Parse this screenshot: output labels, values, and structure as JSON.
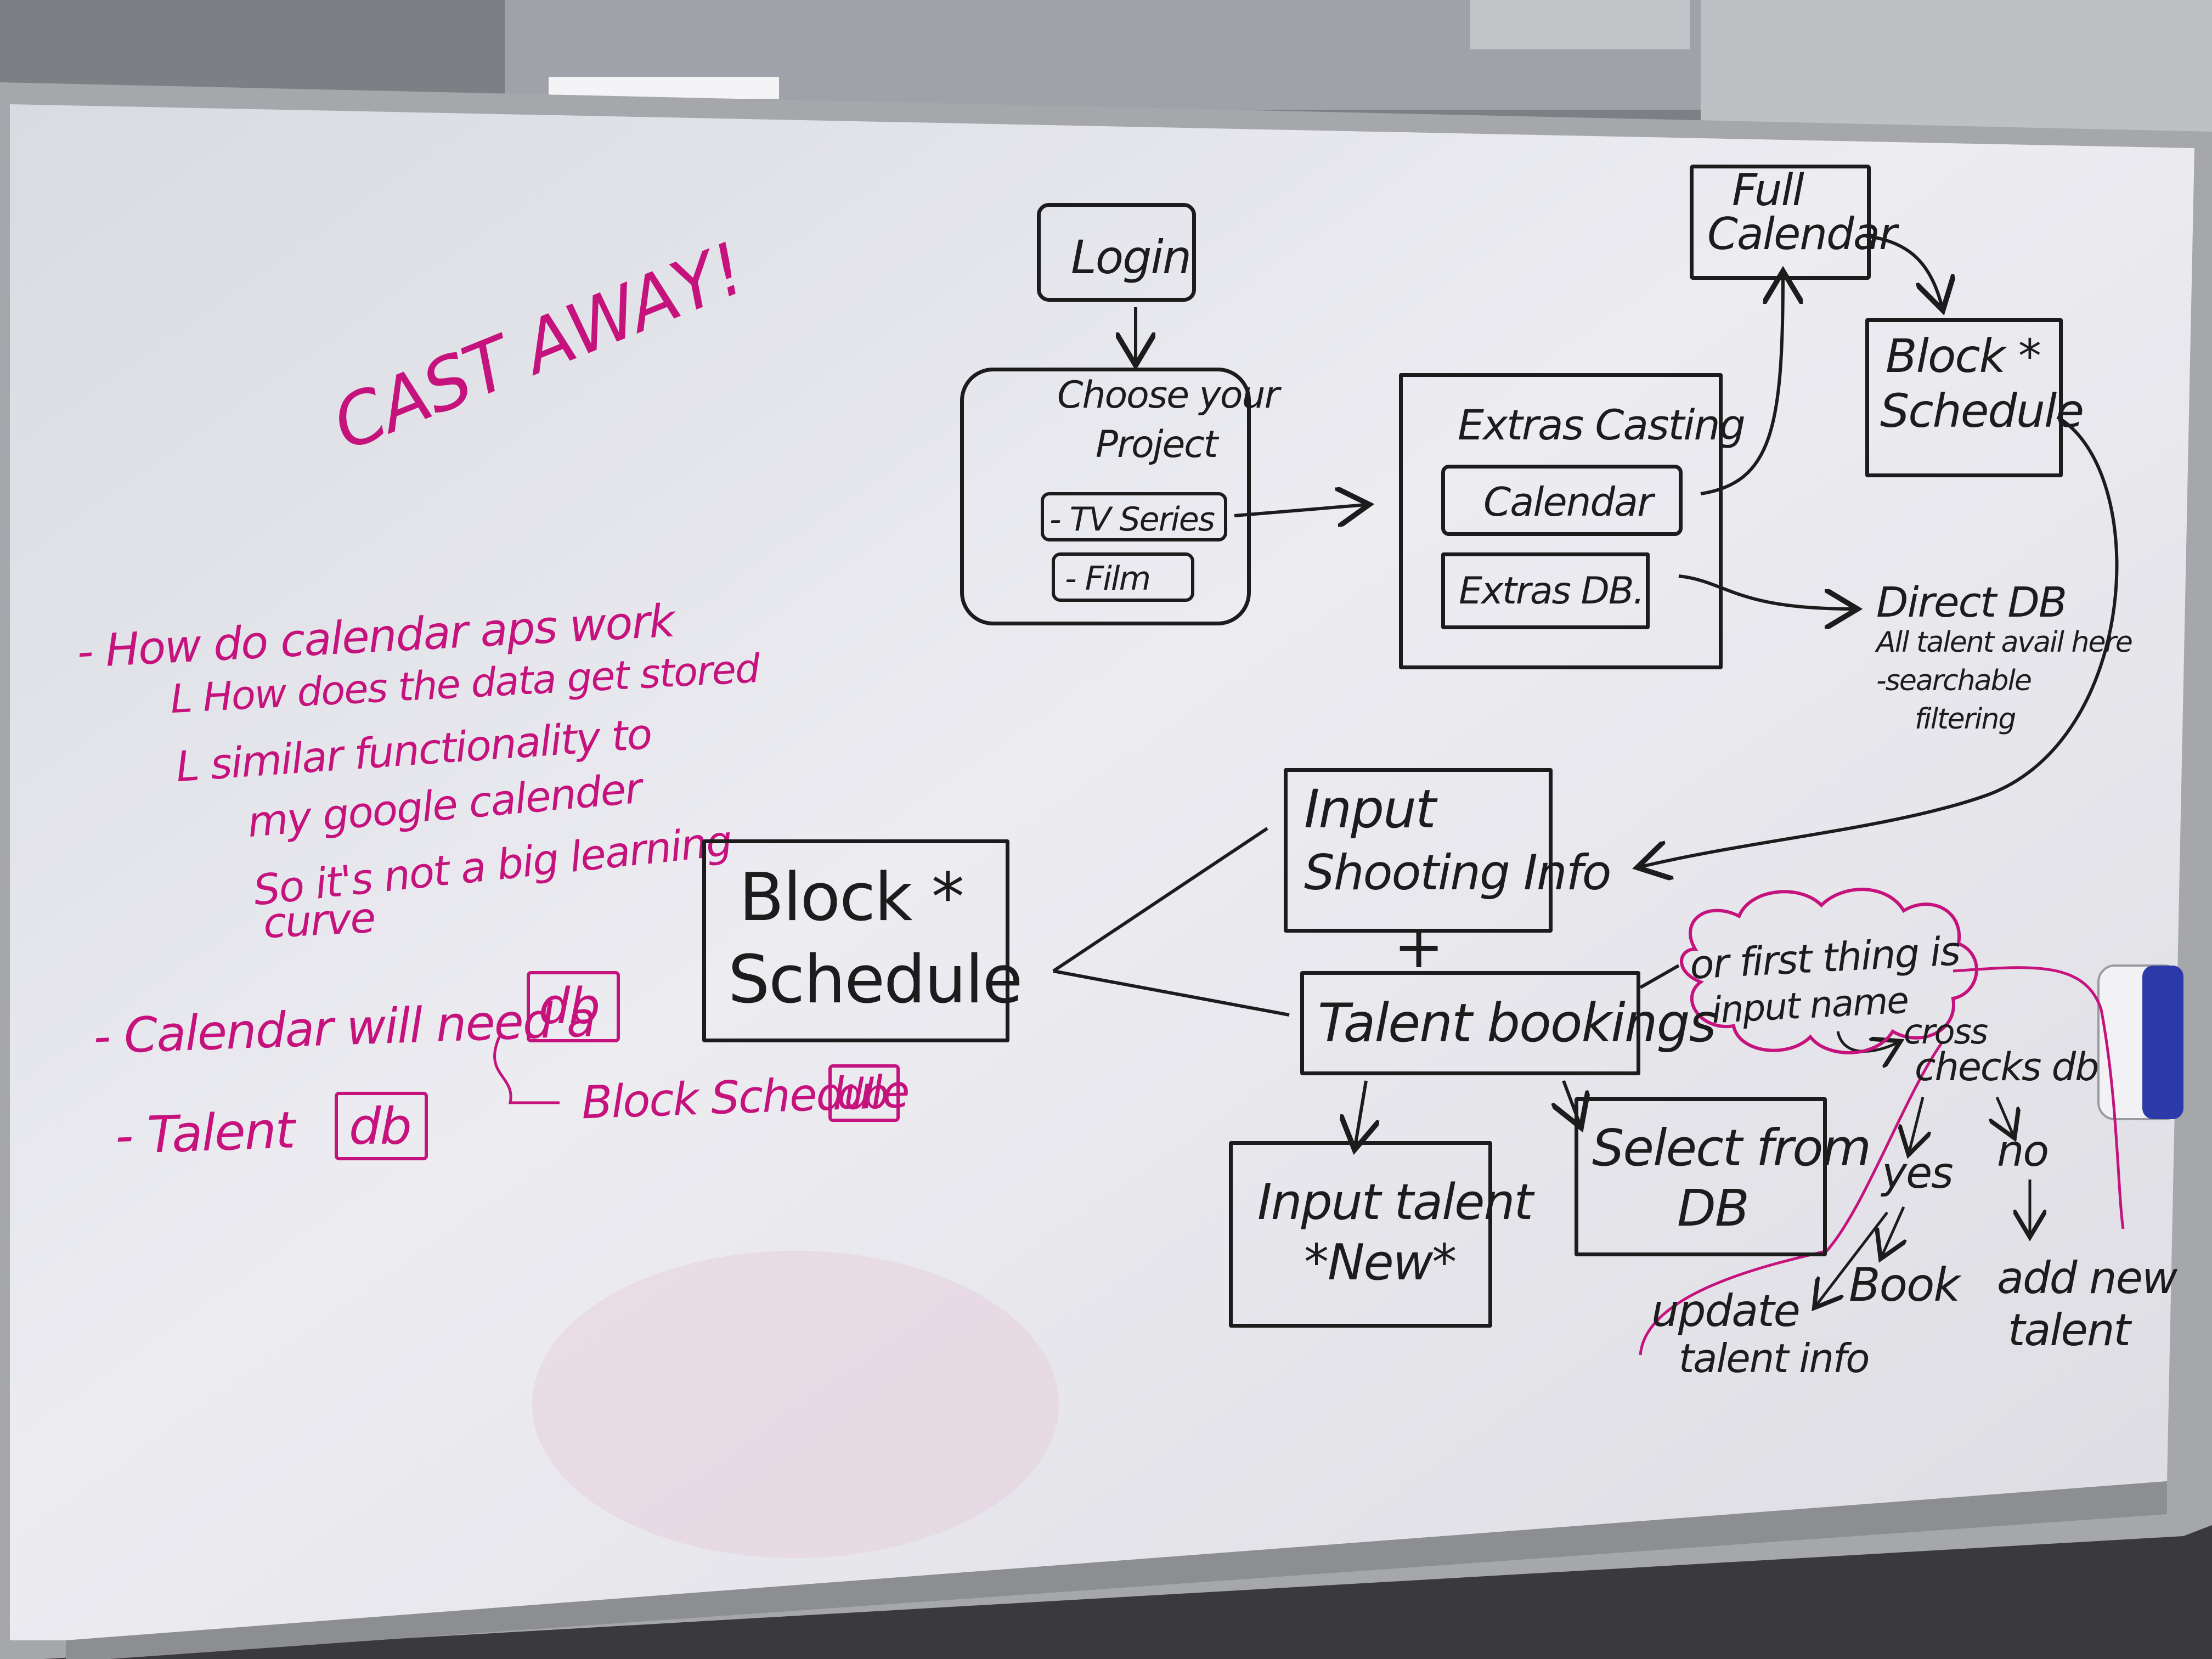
{
  "colors": {
    "whiteboard": "#e6e6ec",
    "frame": "#a9a9ad",
    "black_marker": "#1c1c1c",
    "magenta_marker": "#c5127d",
    "eraser_blue": "#2b3aa8"
  },
  "notes": {
    "title": "CAST AWAY!",
    "q1": "- How do calendar aps work",
    "q1a": "L How does the data get stored",
    "q1b": "L similar functionality to",
    "q1b2": "my google calender",
    "q1b3": "So it's not a big learning",
    "q1b4": "curve",
    "calendar_db_text": "- Calendar will need a",
    "calendar_db_box": "db",
    "block_schedule_db_text": "Block Schedule",
    "block_schedule_db_box": "db",
    "talent_db_text": "- Talent",
    "talent_db_box": "db"
  },
  "flow": {
    "login": "Login",
    "choose_line1": "Choose your",
    "choose_line2": "Project",
    "tv_series": "- TV Series",
    "film": "- Film",
    "extras_casting": "Extras Casting",
    "calendar": "Calendar",
    "extras_db": "Extras DB.",
    "full_calendar_line1": "Full",
    "full_calendar_line2": "Calendar",
    "block_sched_top_line1": "Block *",
    "block_sched_top_line2": "Schedule",
    "direct_db": "Direct DB",
    "direct_db_l2": "All talent avail here",
    "direct_db_l3": "-searchable",
    "direct_db_l4": "filtering",
    "input_shooting_line1": "Input",
    "input_shooting_line2": "Shooting Info",
    "plus": "+",
    "talent_bookings": "Talent bookings",
    "block_sched_main_line1": "Block *",
    "block_sched_main_line2": "Schedule",
    "input_talent_line1": "Input talent",
    "input_talent_line2": "*New*",
    "select_db_line1": "Select from",
    "select_db_line2": "DB"
  },
  "branch": {
    "cloud_line1": "or first thing is",
    "cloud_line2": "input name",
    "cross_line1": "cross",
    "cross_line2": "checks db",
    "yes": "yes",
    "no": "no",
    "book": "Book",
    "update_line1": "update",
    "update_line2": "talent info",
    "add_line1": "add new",
    "add_line2": "talent"
  }
}
